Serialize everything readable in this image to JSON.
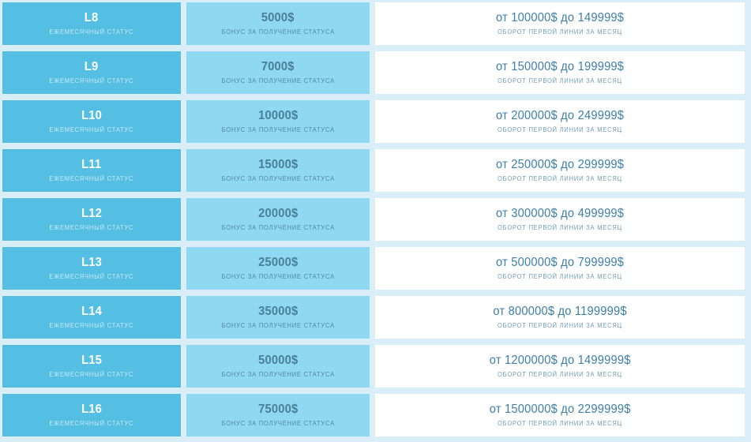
{
  "theme": {
    "page_background": "#daeef8",
    "level_card_color": "#55bfe3",
    "bonus_card_color": "#8ed8f2",
    "turnover_card_color": "#ffffff",
    "level_text_color": "#ffffff",
    "bonus_text_color": "#4a7f96",
    "turnover_text_color": "#3d7fa8"
  },
  "labels": {
    "level_caption": "ЕЖЕМЕСЯЧНЫЙ СТАТУС",
    "bonus_caption": "БОНУС ЗА ПОЛУЧЕНИЕ СТАТУСА",
    "turnover_caption": "ОБОРОТ ПЕРВОЙ ЛИНИИ ЗА МЕСЯЦ"
  },
  "rows": [
    {
      "level": "L8",
      "level_caption": "ЕЖЕМЕСЯЧНЫЙ СТАТУС",
      "bonus": "5000$",
      "bonus_caption": "БОНУС ЗА ПОЛУЧЕНИЕ СТАТУСА",
      "turnover": "от 100000$ до 149999$",
      "turnover_caption": "ОБОРОТ ПЕРВОЙ ЛИНИИ ЗА МЕСЯЦ"
    },
    {
      "level": "L9",
      "level_caption": "ЕЖЕМЕСЯЧНЫЙ СТАТУС",
      "bonus": "7000$",
      "bonus_caption": "БОНУС ЗА ПОЛУЧЕНИЕ СТАТУСА",
      "turnover": "от 150000$ до 199999$",
      "turnover_caption": "ОБОРОТ ПЕРВОЙ ЛИНИИ ЗА МЕСЯЦ"
    },
    {
      "level": "L10",
      "level_caption": "ЕЖЕМЕСЯЧНЫЙ СТАТУС",
      "bonus": "10000$",
      "bonus_caption": "БОНУС ЗА ПОЛУЧЕНИЕ СТАТУСА",
      "turnover": "от 200000$ до 249999$",
      "turnover_caption": "ОБОРОТ ПЕРВОЙ ЛИНИИ ЗА МЕСЯЦ"
    },
    {
      "level": "L11",
      "level_caption": "ЕЖЕМЕСЯЧНЫЙ СТАТУС",
      "bonus": "15000$",
      "bonus_caption": "БОНУС ЗА ПОЛУЧЕНИЕ СТАТУСА",
      "turnover": "от 250000$ до 299999$",
      "turnover_caption": "ОБОРОТ ПЕРВОЙ ЛИНИИ ЗА МЕСЯЦ"
    },
    {
      "level": "L12",
      "level_caption": "ЕЖЕМЕСЯЧНЫЙ СТАТУС",
      "bonus": "20000$",
      "bonus_caption": "БОНУС ЗА ПОЛУЧЕНИЕ СТАТУСА",
      "turnover": "от 300000$ до 499999$",
      "turnover_caption": "ОБОРОТ ПЕРВОЙ ЛИНИИ ЗА МЕСЯЦ"
    },
    {
      "level": "L13",
      "level_caption": "ЕЖЕМЕСЯЧНЫЙ СТАТУС",
      "bonus": "25000$",
      "bonus_caption": "БОНУС ЗА ПОЛУЧЕНИЕ СТАТУСА",
      "turnover": "от 500000$ до 799999$",
      "turnover_caption": "ОБОРОТ ПЕРВОЙ ЛИНИИ ЗА МЕСЯЦ"
    },
    {
      "level": "L14",
      "level_caption": "ЕЖЕМЕСЯЧНЫЙ СТАТУС",
      "bonus": "35000$",
      "bonus_caption": "БОНУС ЗА ПОЛУЧЕНИЕ СТАТУСА",
      "turnover": "от 800000$ до 1199999$",
      "turnover_caption": "ОБОРОТ ПЕРВОЙ ЛИНИИ ЗА МЕСЯЦ"
    },
    {
      "level": "L15",
      "level_caption": "ЕЖЕМЕСЯЧНЫЙ СТАТУС",
      "bonus": "50000$",
      "bonus_caption": "БОНУС ЗА ПОЛУЧЕНИЕ СТАТУСА",
      "turnover": "от 1200000$ до 1499999$",
      "turnover_caption": "ОБОРОТ ПЕРВОЙ ЛИНИИ ЗА МЕСЯЦ"
    },
    {
      "level": "L16",
      "level_caption": "ЕЖЕМЕСЯЧНЫЙ СТАТУС",
      "bonus": "75000$",
      "bonus_caption": "БОНУС ЗА ПОЛУЧЕНИЕ СТАТУСА",
      "turnover": "от 1500000$ до 2299999$",
      "turnover_caption": "ОБОРОТ ПЕРВОЙ ЛИНИИ ЗА МЕСЯЦ"
    }
  ]
}
